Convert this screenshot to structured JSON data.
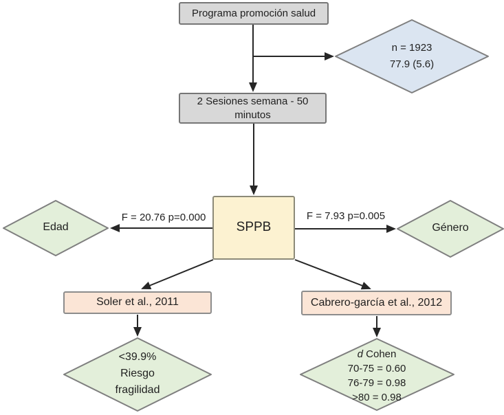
{
  "diagram": {
    "nodes": {
      "programa": {
        "label": "Programa promoción salud"
      },
      "n_diamond": {
        "line1": "n = 1923",
        "line2": "77.9 (5.6)"
      },
      "sesiones": {
        "line1": "2 Sesiones semana - 50",
        "line2": "minutos"
      },
      "sppb": {
        "label": "SPPB"
      },
      "edad": {
        "label": "Edad"
      },
      "genero": {
        "label": "Género"
      },
      "soler": {
        "label": "Soler et al., 2011"
      },
      "cabrero": {
        "label": "Cabrero-garcía et al., 2012"
      },
      "riesgo": {
        "line1": "<39.9%",
        "line2": "Riesgo",
        "line3": "fragilidad"
      },
      "cohen": {
        "d": "d",
        "title_rest": " Cohen",
        "line1": "70-75 = 0.60",
        "line2": "76-79 = 0.98",
        "line3": ">80 = 0.98"
      }
    },
    "edge_labels": {
      "edad_stat": "F = 20.76 p=0.000",
      "genero_stat": "F = 7.93 p=0.005"
    },
    "colors": {
      "gray_fill": "#d8d8d8",
      "blue_fill": "#dbe5f1",
      "yellow_fill": "#fcf2d1",
      "green_fill": "#e3efda",
      "peach_fill": "#fbe5d6",
      "border": "#7f7f7f",
      "arrow": "#262626"
    }
  }
}
